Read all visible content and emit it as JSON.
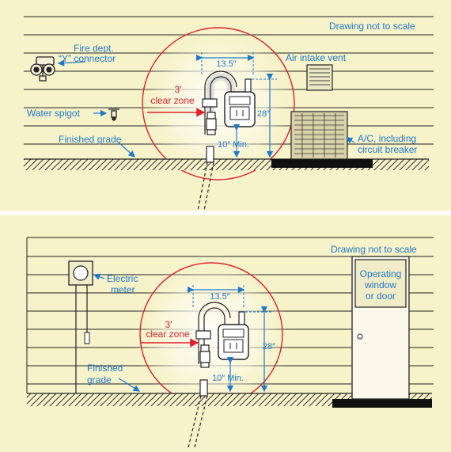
{
  "panel1": {
    "note": "Drawing not to scale",
    "fire_dept_line1": "Fire dept.",
    "fire_dept_line2": "“Y” connector",
    "air_intake": "Air intake vent",
    "water_spigot": "Water spigot",
    "finished_grade": "Finished grade",
    "clear_zone_dist": "3′",
    "clear_zone": "clear zone",
    "width_dim": "13.5″",
    "height_dim": "28″",
    "min_dim": "10″ Min.",
    "ac_line1": "A/C, including",
    "ac_line2": "circuit breaker"
  },
  "panel2": {
    "note": "Drawing not to scale",
    "electric_line1": "Electric",
    "electric_line2": "meter",
    "door_line1": "Operating",
    "door_line2": "window",
    "door_line3": "or door",
    "finished_line1": "Finished",
    "finished_line2": "grade",
    "clear_zone_dist": "3′",
    "clear_zone": "clear zone",
    "width_dim": "13.5″",
    "height_dim": "28″",
    "min_dim": "10″ Min."
  },
  "colors": {
    "background": "#f6f2c9",
    "accent_blue": "#1f78c8",
    "clear_zone_red": "#e0202a"
  }
}
